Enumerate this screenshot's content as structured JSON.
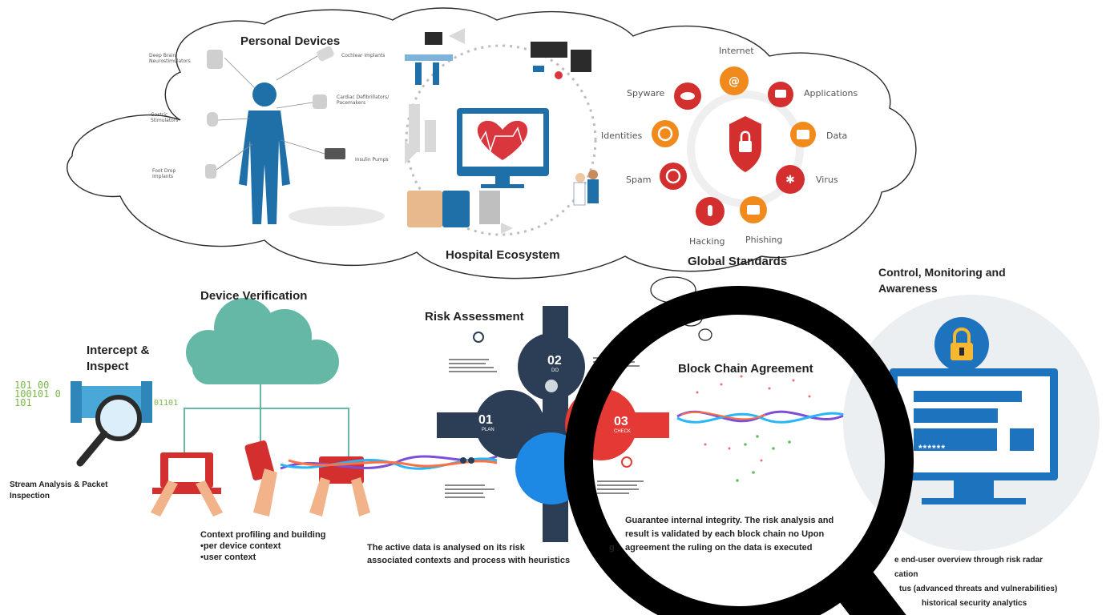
{
  "clouds": {
    "personal": {
      "title": "Personal Devices",
      "labels": {
        "deep_brain": "Deep Brain Neurostimulators",
        "gastric": "Gastric Stimulators",
        "foot_drop": "Foot Drop Implants",
        "cochlear": "Cochlear Implants",
        "cardiac": "Cardiac Defibrillators/ Pacemakers",
        "insulin": "Insulin Pumps"
      }
    },
    "hospital": {
      "title": "Hospital Ecosystem"
    },
    "global": {
      "title": "Global Standards",
      "labels": {
        "internet": "Internet",
        "applications": "Applications",
        "data": "Data",
        "virus": "Virus",
        "phishing": "Phishing",
        "hacking": "Hacking",
        "spam": "Spam",
        "identities": "Identities",
        "spyware": "Spyware"
      }
    }
  },
  "stages": {
    "intercept": {
      "title": "Intercept & Inspect",
      "binary_left": "101 00 100101 0 101",
      "binary_right": "01101",
      "caption": "Stream Analysis & Packet Inspection"
    },
    "device": {
      "title": "Device Verification",
      "caption": [
        "Context profiling and building",
        "•per device context",
        "•user context"
      ]
    },
    "risk": {
      "title": "Risk Assessment",
      "n1": "01",
      "n1_sub": "PLAN",
      "n2": "02",
      "n2_sub": "DO",
      "n3": "03",
      "n3_sub": "CHECK",
      "caption": "The active data is analysed on its risk associated contexts and process with heuristics",
      "caption_tail": "g"
    },
    "blockchain": {
      "title": "Block Chain Agreement",
      "caption": "Guarantee internal integrity. The risk analysis and result is validated by each block chain no Upon agreement the ruling on the data is executed"
    },
    "control": {
      "title": "Control, Monitoring and Awareness",
      "password_mask": "******",
      "caption_lines": [
        "e end-user overview through risk radar",
        "cation",
        "tus (advanced threats and vulnerabilities)",
        "historical security analytics"
      ]
    }
  }
}
